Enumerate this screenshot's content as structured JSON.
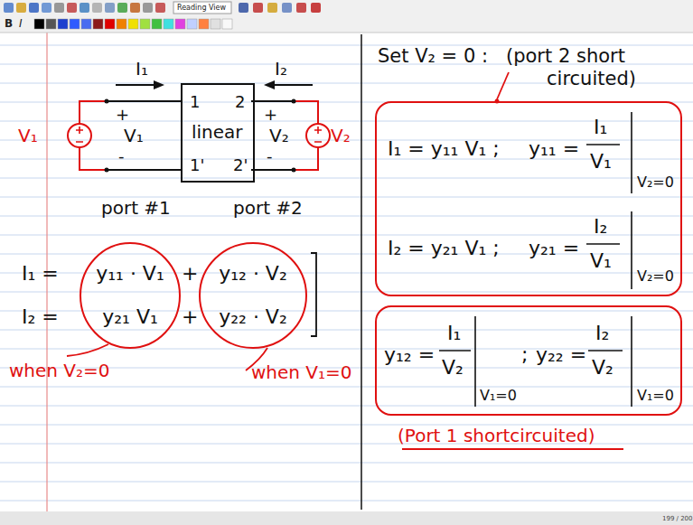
{
  "diagram": {
    "nodes": [
      {
        "text": [
          "1",
          "2",
          "linear",
          "1'",
          "2'"
        ]
      },
      {
        "text": [
          "y₁₁ · V₁",
          "y₂₁ V₁"
        ]
      },
      {
        "text": [
          "y₁₂ · V₂",
          "y₂₂ · V₂"
        ]
      },
      {
        "text": [
          "I₁ = y₁₁ V₁ ;",
          "y₁₁ =",
          "I₁",
          "V₁",
          "V₂=0",
          "I₂ = y₂₁ V₁ ;",
          "y₂₁ =",
          "I₂",
          "V₁",
          "V₂=0"
        ]
      },
      {
        "text": [
          "y₁₂ =",
          "I₁",
          "V₂",
          "V₁=0",
          ";",
          "y₂₂ =",
          "I₂",
          "V₂",
          "V₁=0"
        ]
      }
    ],
    "labels": [
      "Reading View",
      "B",
      "I",
      "I₁",
      "I₂",
      "V₁",
      "+",
      "V₁",
      "-",
      "+",
      "V₂",
      "-",
      "V₂",
      "port #1",
      "port #2",
      "I₁ =",
      "+",
      "I₂ =",
      "+",
      "when V₂=0",
      "when V₁=0",
      "Set V₂ = 0 :",
      "(port 2 short circuited)",
      "(Port 1 shortcircuited)",
      "199 / 200"
    ]
  }
}
